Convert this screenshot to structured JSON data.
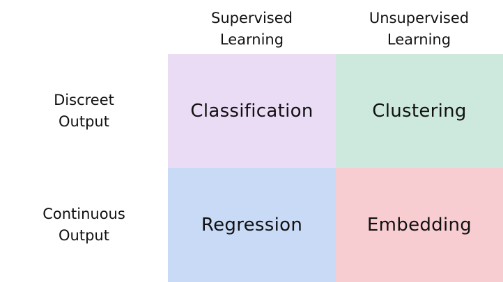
{
  "columns": {
    "supervised": "Supervised\nLearning",
    "unsupervised": "Unsupervised\nLearning"
  },
  "rows": {
    "discrete": "Discreet\nOutput",
    "continuous": "Continuous\nOutput"
  },
  "cells": {
    "classification": {
      "label": "Classification",
      "color": "#ebdcf5"
    },
    "clustering": {
      "label": "Clustering",
      "color": "#cde8dc"
    },
    "regression": {
      "label": "Regression",
      "color": "#c8daf5"
    },
    "embedding": {
      "label": "Embedding",
      "color": "#f8cdd2"
    }
  }
}
